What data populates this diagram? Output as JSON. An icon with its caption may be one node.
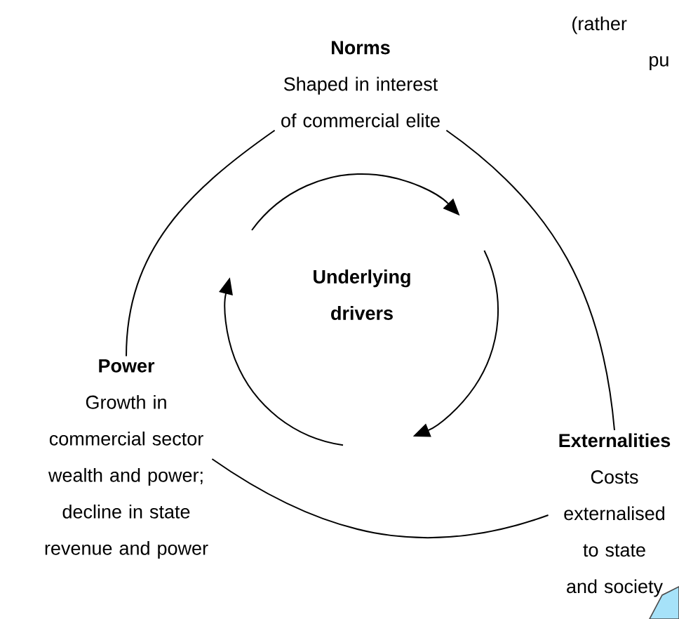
{
  "diagram": {
    "nodes": [
      {
        "text": [
          "Norms",
          "Shaped in interest of commercial elite"
        ]
      },
      {
        "text": [
          "Underlying drivers"
        ]
      },
      {
        "text": [
          "Externalities",
          "Costs externalised to state and society"
        ]
      },
      {
        "text": [
          "Power",
          "Growth in commercial sector wealth and power; decline in state revenue and power"
        ]
      }
    ],
    "edges": [
      {
        "from": 3,
        "to": 0,
        "arrow": "none"
      },
      {
        "from": 0,
        "to": 2,
        "arrow": "none"
      },
      {
        "from": 3,
        "to": 2,
        "arrow": "none"
      }
    ],
    "labels": [
      "(rather",
      "pu"
    ]
  }
}
